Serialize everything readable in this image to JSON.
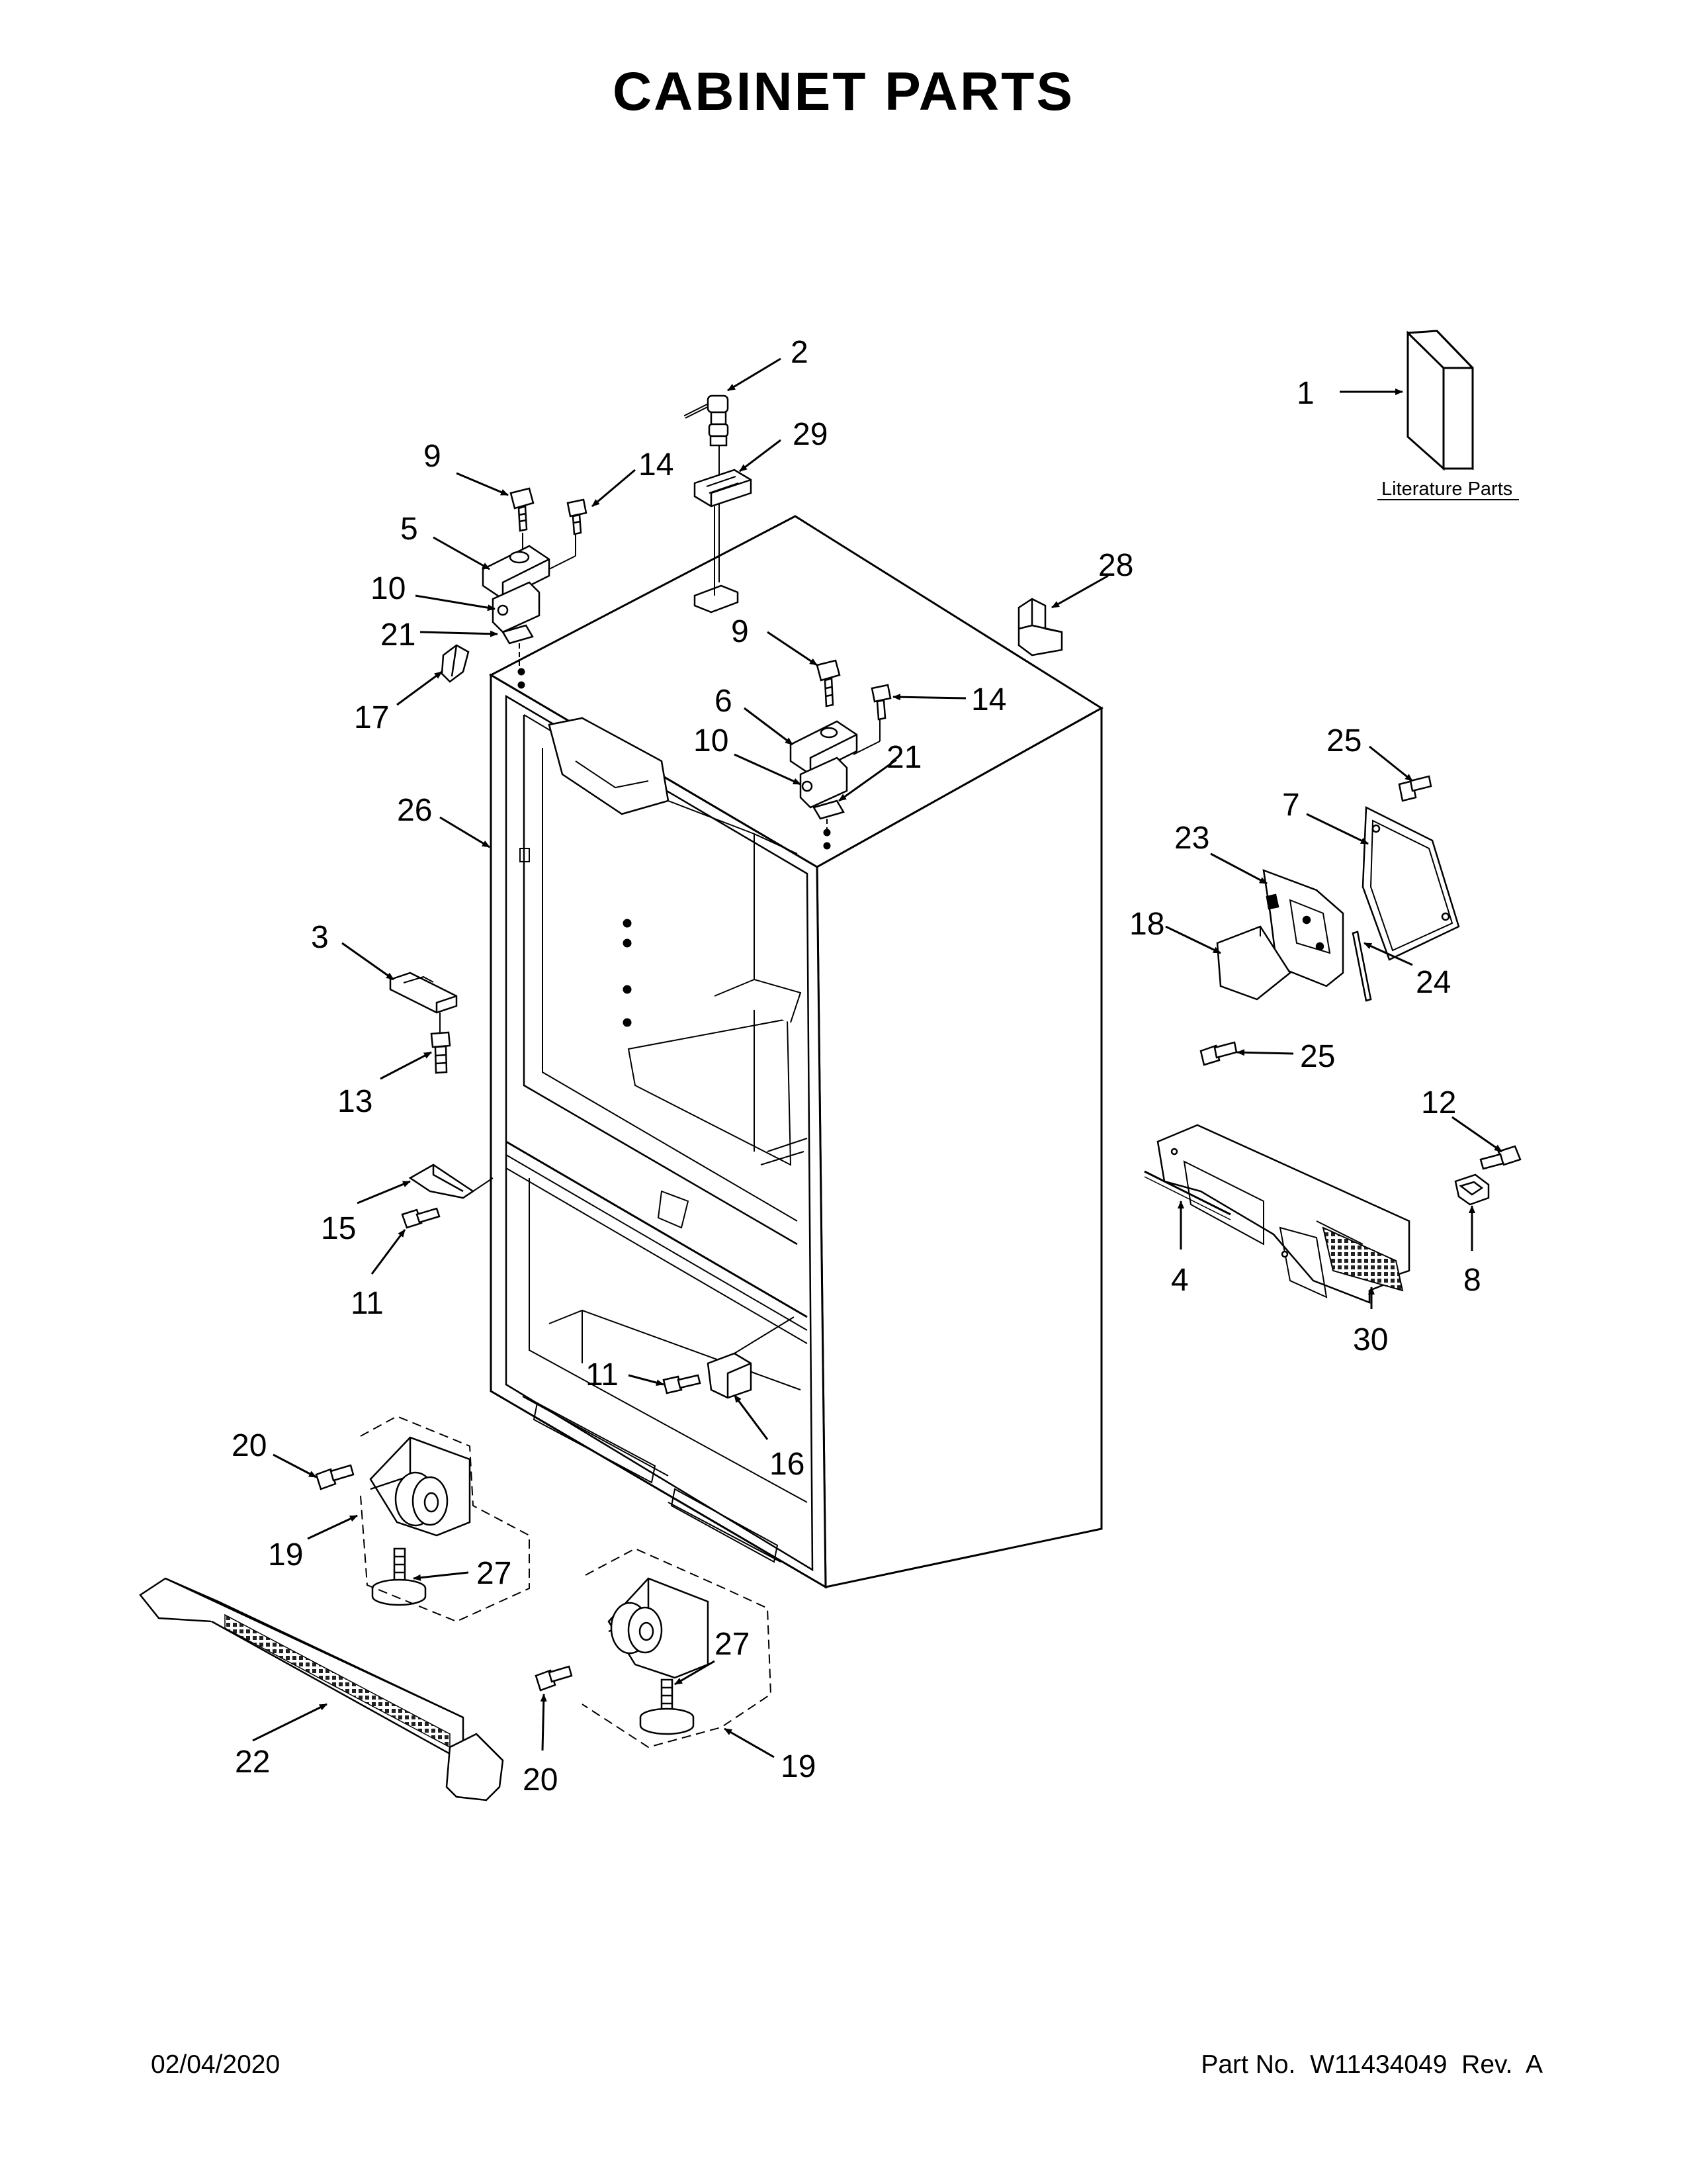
{
  "title": "CABINET PARTS",
  "literature_label": "Literature Parts",
  "footer": {
    "date": "02/04/2020",
    "part_number": "Part No.  W11434049  Rev.  A"
  },
  "callouts": {
    "c1": "1",
    "c2": "2",
    "c3": "3",
    "c4": "4",
    "c5": "5",
    "c6": "6",
    "c7": "7",
    "c8": "8",
    "c9a": "9",
    "c9b": "9",
    "c10a": "10",
    "c10b": "10",
    "c11a": "11",
    "c11b": "11",
    "c12": "12",
    "c13": "13",
    "c14a": "14",
    "c14b": "14",
    "c15": "15",
    "c16": "16",
    "c17": "17",
    "c18": "18",
    "c19a": "19",
    "c19b": "19",
    "c20a": "20",
    "c20b": "20",
    "c21a": "21",
    "c21b": "21",
    "c22": "22",
    "c23": "23",
    "c24": "24",
    "c25a": "25",
    "c25b": "25",
    "c26": "26",
    "c27a": "27",
    "c27b": "27",
    "c28": "28",
    "c29": "29",
    "c30": "30"
  }
}
